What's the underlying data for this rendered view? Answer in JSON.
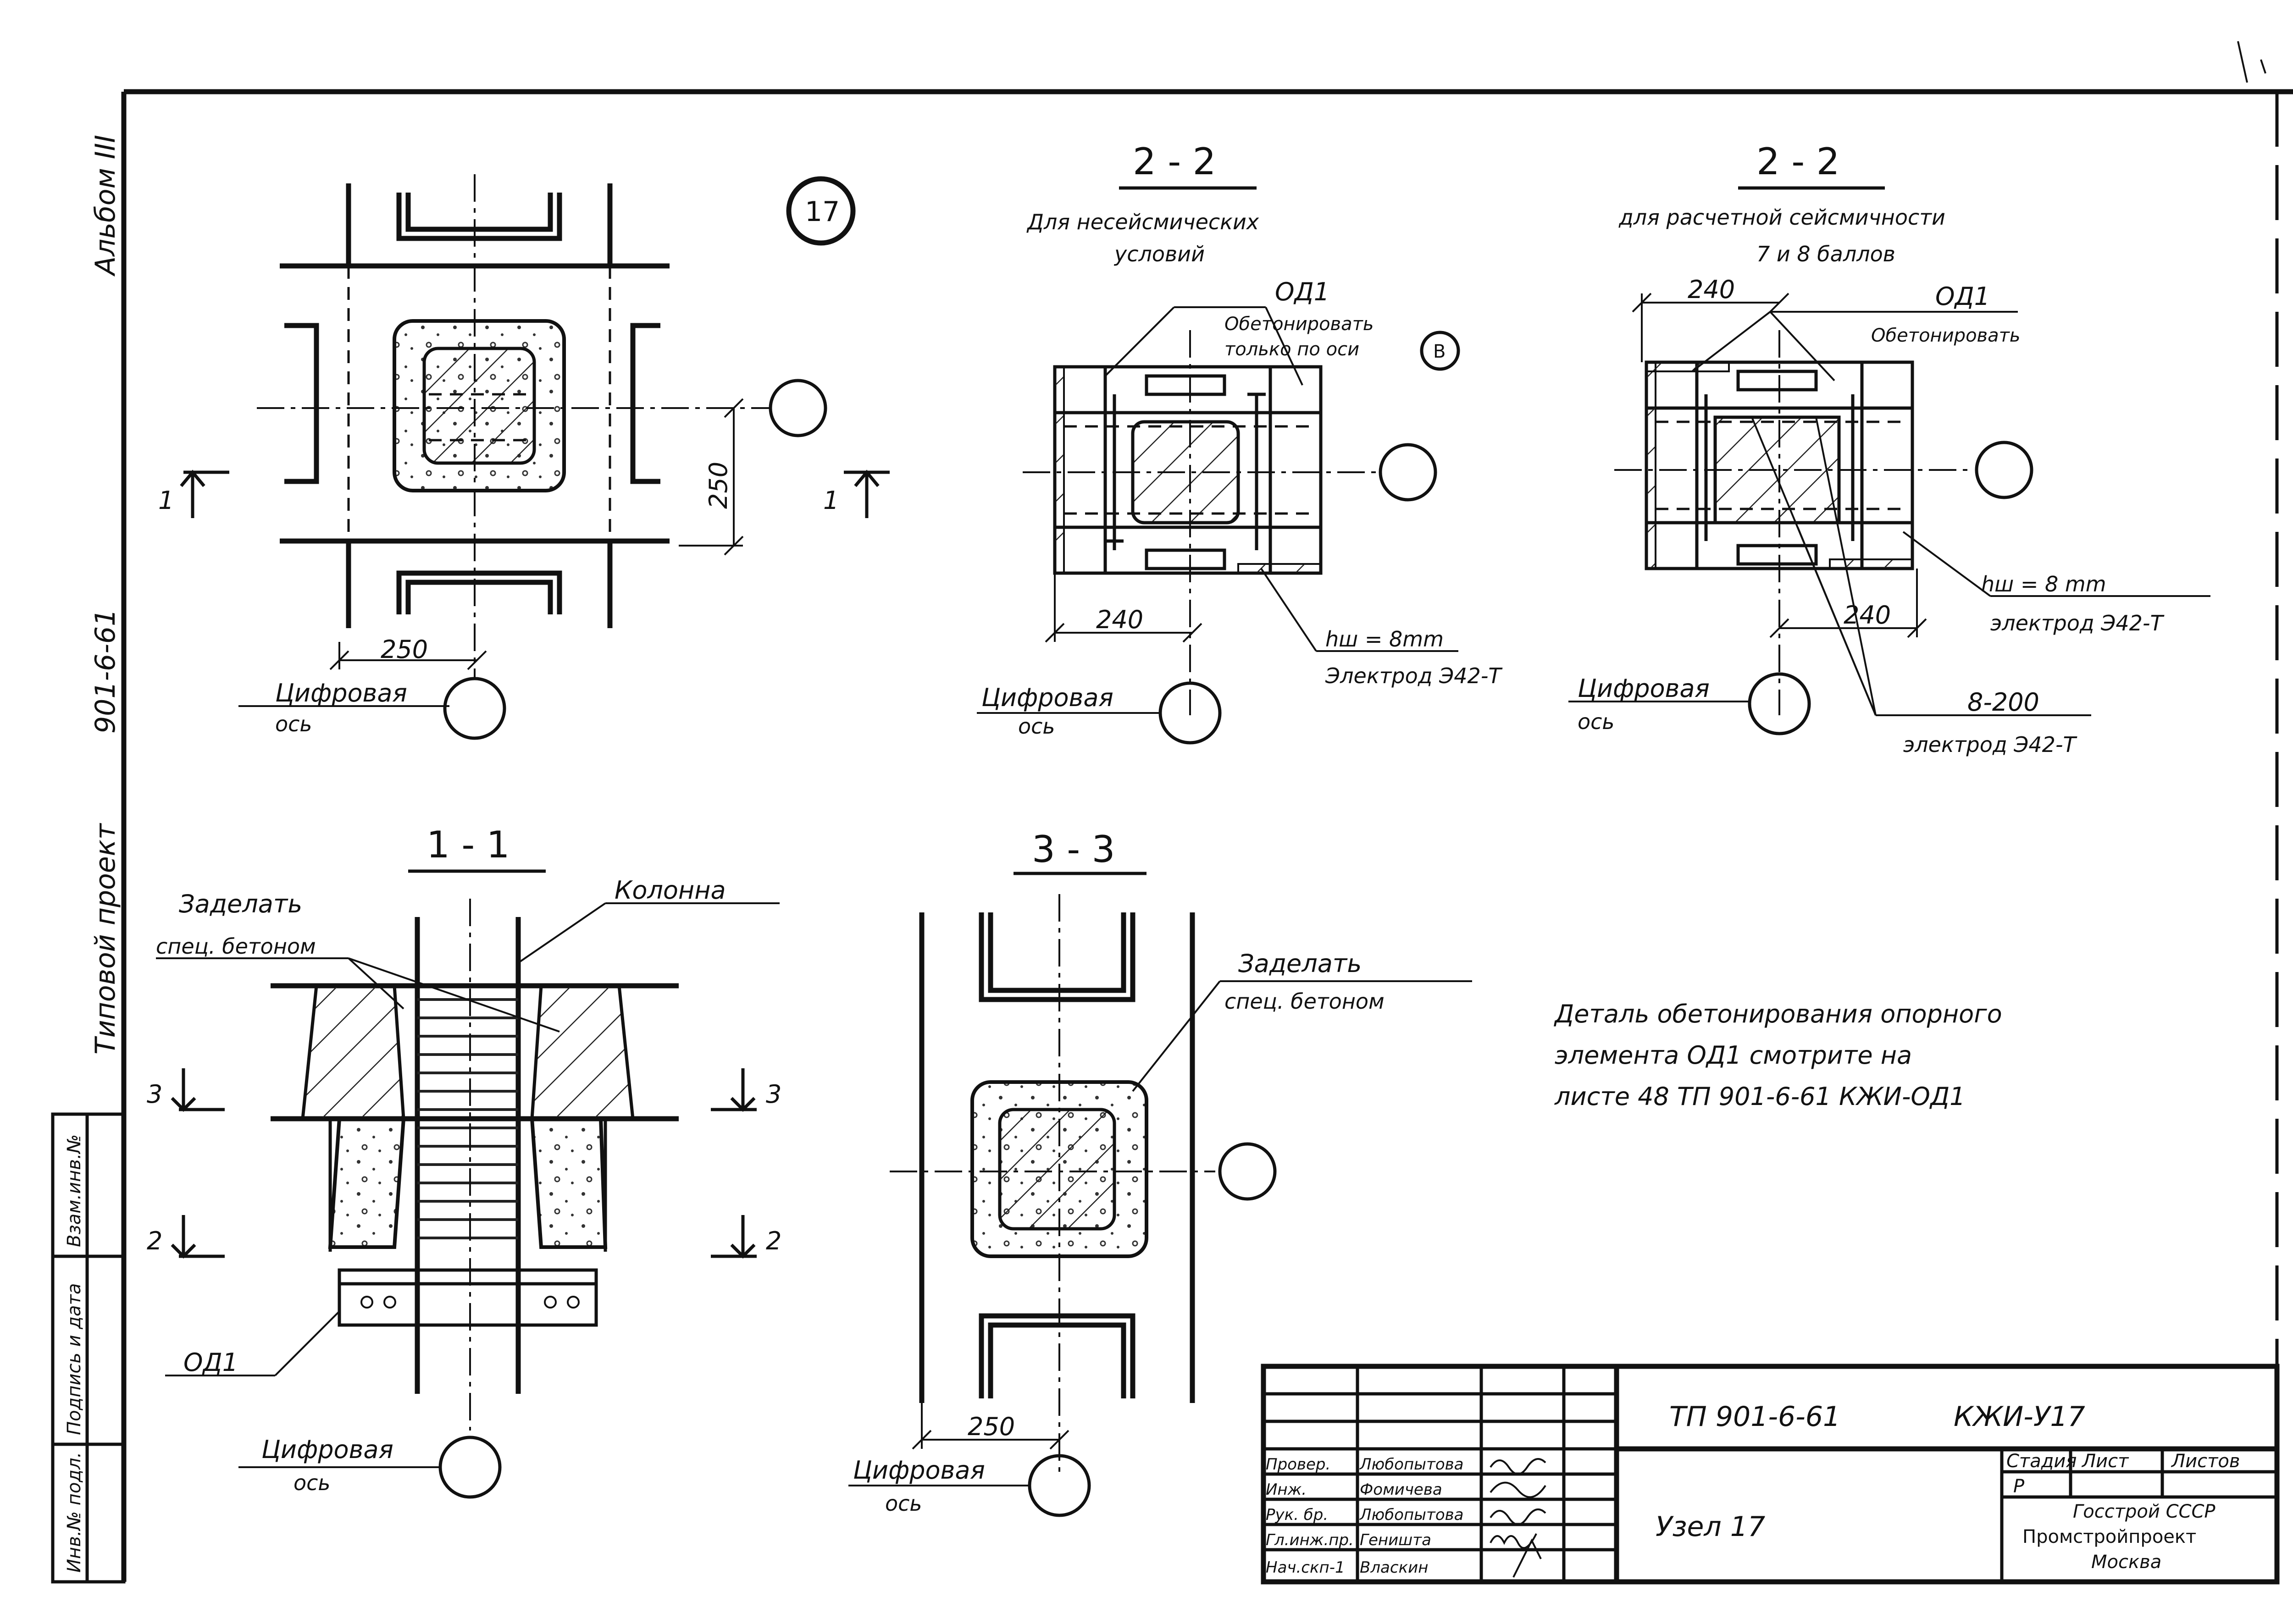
{
  "side": {
    "album": "Альбом III",
    "project_code": "901-6-61",
    "project": "Типовой проект",
    "stamp_cells": [
      "Инв.№ подл.",
      "Подпись и дата",
      "Взам.инв.№"
    ]
  },
  "node_circle": "17",
  "plan": {
    "dim_250_h": "250",
    "dim_250_v": "250",
    "cut_left": "1",
    "cut_right": "1",
    "axis_label_1": "Цифровая",
    "axis_label_2": "ось"
  },
  "sec_2a": {
    "title": "2 - 2",
    "subtitle_1": "Для несейсмических",
    "subtitle_2": "условий",
    "elem": "ОД1",
    "note_1": "Обетонировать",
    "note_2": "только по оси",
    "axis_b": "В",
    "dim_240": "240",
    "weld": "hш = 8mm",
    "electrode": "Электрод Э42-Т",
    "axis_label_1": "Цифровая",
    "axis_label_2": "ось"
  },
  "sec_2b": {
    "title": "2 - 2",
    "subtitle_1": "для расчетной сейсмичности",
    "subtitle_2": "7 и 8 баллов",
    "dim_240_top": "240",
    "elem": "ОД1",
    "note": "Обетонировать",
    "weld": "hш = 8 mm",
    "electrode_1": "электрод Э42-Т",
    "dim_240_bottom": "240",
    "rebar": "8-200",
    "electrode_2": "электрод Э42-Т",
    "axis_label_1": "Цифровая",
    "axis_label_2": "ось"
  },
  "sec_11": {
    "title": "1 - 1",
    "note_1": "Заделать",
    "note_2": "спец. бетоном",
    "column": "Колонна",
    "cut3_l": "3",
    "cut3_r": "3",
    "cut2_l": "2",
    "cut2_r": "2",
    "elem": "ОД1",
    "axis_label_1": "Цифровая",
    "axis_label_2": "ось"
  },
  "sec_33": {
    "title": "3 - 3",
    "note_1": "Заделать",
    "note_2": "спец. бетоном",
    "dim_250": "250",
    "axis_label_1": "Цифровая",
    "axis_label_2": "ось"
  },
  "note_block": {
    "line1": "Деталь обетонирования опорного",
    "line2": "элемента ОД1 смотрите на",
    "line3": "листе 48 ТП 901-6-61 КЖИ-ОД1"
  },
  "title_block": {
    "code": "ТП 901-6-61",
    "mark": "КЖИ-У17",
    "name": "Узел 17",
    "stage_h": "Стадия",
    "sheet_h": "Лист",
    "sheets_h": "Листов",
    "stage": "Р",
    "org_1": "Госстрой СССР",
    "org_2": "Промстройпроект",
    "org_3": "Москва",
    "staff": [
      {
        "role": "Провер.",
        "name": "Любопытова"
      },
      {
        "role": "Инж.",
        "name": "Фомичева"
      },
      {
        "role": "Рук. бр.",
        "name": "Любопытова"
      },
      {
        "role": "Гл.инж.пр.",
        "name": "Геништа"
      },
      {
        "role": "Нач.скп-1",
        "name": "Власкин"
      }
    ]
  }
}
